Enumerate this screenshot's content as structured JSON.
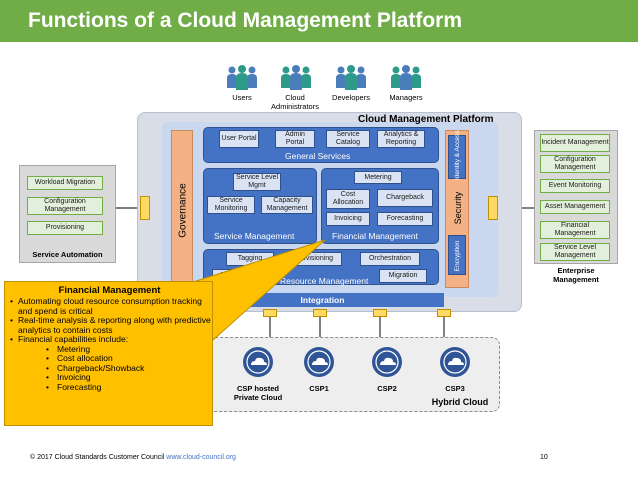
{
  "title": "Functions of a Cloud Management Platform",
  "users": [
    {
      "label": "Users",
      "color": "#4a7ebb"
    },
    {
      "label": "Cloud Administrators",
      "color": "#2e9a8a"
    },
    {
      "label": "Developers",
      "color": "#4a7ebb"
    },
    {
      "label": "Managers",
      "color": "#2e9a8a"
    }
  ],
  "platform": {
    "title": "Cloud Management Platform",
    "governance": "Governance",
    "security": "Security",
    "identity_access": "Identity & Access",
    "encryption": "Encryption",
    "general_services": {
      "label": "General Services",
      "items": [
        "User Portal",
        "Admin Portal",
        "Service Catalog",
        "Analytics & Reporting"
      ]
    },
    "service_management": {
      "label": "Service Management",
      "items": [
        "Service Level Mgmt",
        "Service Monitoring",
        "Capacity Management"
      ]
    },
    "financial_management": {
      "label": "Financial Management",
      "items": [
        "Metering",
        "Cost Allocation",
        "Chargeback",
        "Invoicing",
        "Forecasting"
      ]
    },
    "resource_management": {
      "label": "Resource Management",
      "items": [
        "Tagging",
        "Provisioning",
        "Orchestration",
        "Discovery",
        "Migration"
      ]
    },
    "integration": "Integration"
  },
  "service_automation": {
    "caption": "Service Automation",
    "items": [
      "Workload Migration",
      "Configuration Management",
      "Provisioning"
    ]
  },
  "enterprise_management": {
    "caption": "Enterprise Management",
    "items": [
      "Incident Management",
      "Configuration Management",
      "Event Monitoring",
      "Asset Management",
      "Financial Management",
      "Service Level Management"
    ]
  },
  "hybrid_cloud": {
    "label": "Hybrid Cloud",
    "clouds": [
      "CSP hosted Private Cloud",
      "CSP1",
      "CSP2",
      "CSP3"
    ]
  },
  "callout": {
    "title": "Financial Management",
    "bullets": [
      "Automating cloud resource consumption tracking and spend is critical",
      "Real-time analysis & reporting along with predictive analytics to contain costs",
      "Financial capabilities include:"
    ],
    "sub_bullets": [
      "Metering",
      "Cost allocation",
      "Chargeback/Showback",
      "Invoicing",
      "Forecasting"
    ]
  },
  "footer": {
    "copyright": "© 2017 Cloud Standards Customer Council",
    "url": "www.cloud-council.org",
    "page_number": "10"
  },
  "colors": {
    "title_bar": "#70ad47",
    "block_blue": "#4472c4",
    "orange": "#f4b183",
    "callout": "#ffc000",
    "connector": "#ffd966",
    "link": "#4472c4"
  }
}
